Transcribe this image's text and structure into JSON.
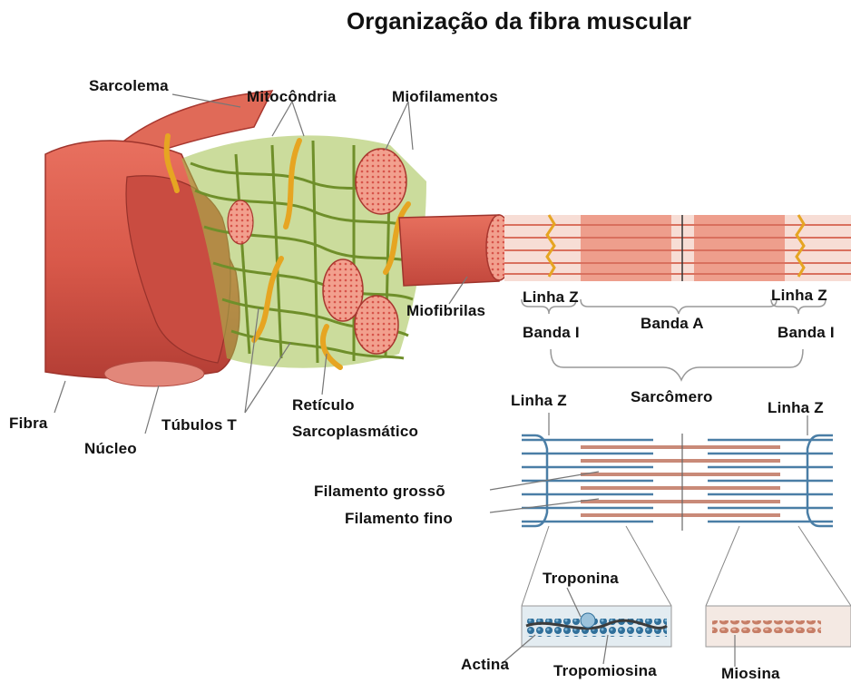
{
  "title": "Organização da fibra muscular",
  "labels": {
    "sarcolema": "Sarcolema",
    "mitocondria": "Mitocôndria",
    "miofilamentos": "Miofilamentos",
    "miofibrilas": "Miofibrilas",
    "fibra": "Fibra",
    "nucleo": "Núcleo",
    "tubulos_t": "Túbulos T",
    "reticulo_1": "Retículo",
    "reticulo_2": "Sarcoplasmático",
    "linha_z_top_left": "Linha Z",
    "linha_z_top_right": "Linha Z",
    "banda_i_left": "Banda I",
    "banda_a": "Banda A",
    "banda_i_right": "Banda I",
    "sarcomero": "Sarcômero",
    "linha_z_bottom_left": "Linha Z",
    "linha_z_bottom_right": "Linha Z",
    "filamento_grosso": "Filamento grossõ",
    "filamento_fino": "Filamento fino",
    "troponina": "Troponina",
    "actina": "Actina",
    "tropomiosina": "Tropomiosina",
    "miosina": "Miosina"
  },
  "colors": {
    "muscle": "#d9594a",
    "muscle_dark": "#b83c33",
    "muscle_light": "#f08a78",
    "reticulum": "#8fae3a",
    "tubule": "#e8a92a",
    "band_light": "#f6d7cf",
    "band_dark": "#ef9d8a",
    "filament": "#4a7ea6",
    "myosin": "#c98a78"
  }
}
